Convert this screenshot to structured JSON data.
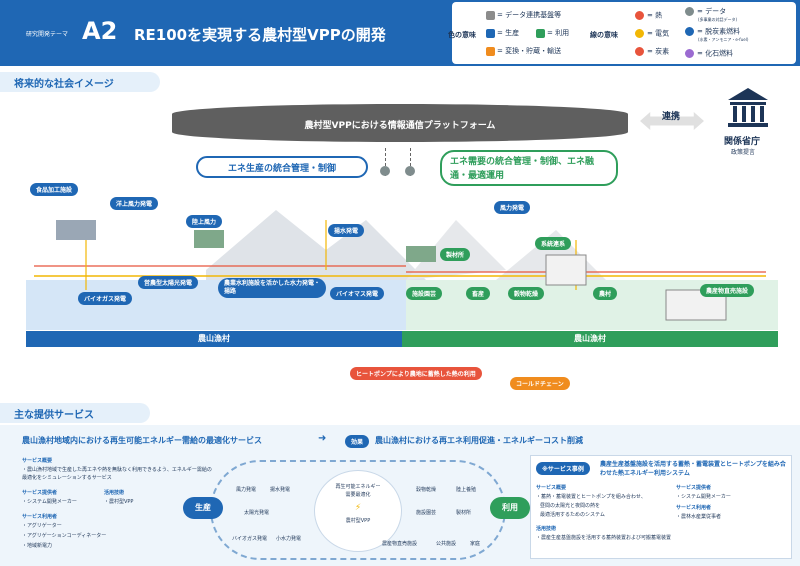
{
  "header": {
    "subtitle": "研究開発テーマ",
    "code": "A2",
    "title": "RE100を実現する農村型VPPの開発",
    "legend": {
      "color_meaning": "色の意味",
      "line_meaning": "線の意味",
      "colors": [
        {
          "label": "= データ連携基盤等",
          "color": "#8c8c8c"
        },
        {
          "label": "= 生産",
          "color": "#1f67b4"
        },
        {
          "label": "= 利用",
          "color": "#2f9e5b"
        },
        {
          "label": "= 変換・貯蔵・輸送",
          "color": "#f08c1e"
        }
      ],
      "lines": [
        {
          "label": "= 熱",
          "color": "#e8543c"
        },
        {
          "label": "= 電気",
          "color": "#f2b705"
        },
        {
          "label": "= 炭素",
          "color": "#e8543c"
        },
        {
          "label": "= データ",
          "note": "(多事業の対話データ)",
          "color": "#7f8c8d"
        },
        {
          "label": "= 脱炭素燃料",
          "note": "(水素・アンモニア・e-fuel)",
          "color": "#1f67b4"
        },
        {
          "label": "= 化石燃料",
          "color": "#9b6bd1"
        }
      ]
    }
  },
  "section1": {
    "title": "将来的な社会イメージ"
  },
  "platform": "農村型VPPにおける情報通信プラットフォーム",
  "link": "連携",
  "ministry": {
    "title": "関係省庁",
    "sub": "政策提言"
  },
  "mgmt_left": "エネ生産の統合管理・制御",
  "mgmt_right": "エネ需要の統合管理・制御、エネ融通・最適運用",
  "facilities": {
    "food": "食品加工施設",
    "offshore": "洋上風力発電",
    "land_wind": "陸上風力",
    "pumped": "揚水発電",
    "wind": "風力発電",
    "grid": "系統連系",
    "biogas": "バイオガス発電",
    "agri_pv": "営農型太陽光発電",
    "hydro": "農業水利施設を活かした水力発電・揚路",
    "biomass": "バイオマス発電",
    "plant": "製材所",
    "greenhouse": "施設園芸",
    "livestock": "畜産",
    "drying": "穀物乾燥",
    "village": "農村",
    "products": "農産物直売施設",
    "heatpump": "ヒートポンプにより農地に蓄熱した熱の利用",
    "coldchain": "コールドチェーン"
  },
  "band": {
    "left": "農山漁村",
    "right": "農山漁村"
  },
  "section2": {
    "title": "主な提供サービス"
  },
  "service": {
    "title": "農山漁村地域内における再生可能エネルギー需給の最適化サービス",
    "effect_tag": "効果",
    "effect": "農山漁村における再エネ利用促進・エネルギーコスト削減",
    "overview_h": "サービス概要",
    "overview": "・農山漁村地域で生産した再エネや熱を無駄なく利用できるよう、エネルギー需給の最適化をシミュレーションするサービス",
    "provider_h": "サービス提供者",
    "provider": "・システム開発メーカー",
    "field_h": "活用技術",
    "field": "・農村型VPP",
    "user_h": "サービス利用者",
    "users": [
      "・アグリゲーター",
      "・アグリゲーションコーディネーター",
      "・地域新電力"
    ]
  },
  "cycle": {
    "produce": "生産",
    "use": "利用",
    "center1": "再生可能エネルギー",
    "center2": "需要最適化",
    "vpp": "農村型VPP",
    "items_l": [
      "風力発電",
      "揚水発電",
      "太陽光発電",
      "バイオガス発電",
      "小水力発電"
    ],
    "items_r": [
      "穀物乾燥",
      "陸上養殖",
      "施設園芸",
      "製材所",
      "農産物直売施設",
      "公共施設",
      "家庭"
    ]
  },
  "right": {
    "tag": "※サービス事例",
    "title": "農産生産基盤施設を活用する蓄熱・蓄電装置とヒートポンプを組み合わせた熱エネルギー利用システム",
    "overview_h": "サービス概要",
    "overview": [
      "・蓄熱・蓄電装置とヒートポンプを組み合わせ、",
      "昼間の太陽光と夜間の熱を",
      "最適活用するためのシステム"
    ],
    "tech_h": "活用技術",
    "tech": "・農産生産基盤施設を活用する蓄熱装置および可搬蓄電装置",
    "provider_h": "サービス提供者",
    "provider": "・システム開発メーカー",
    "user_h": "サービス利用者",
    "user": "・農林水産業従事者"
  }
}
